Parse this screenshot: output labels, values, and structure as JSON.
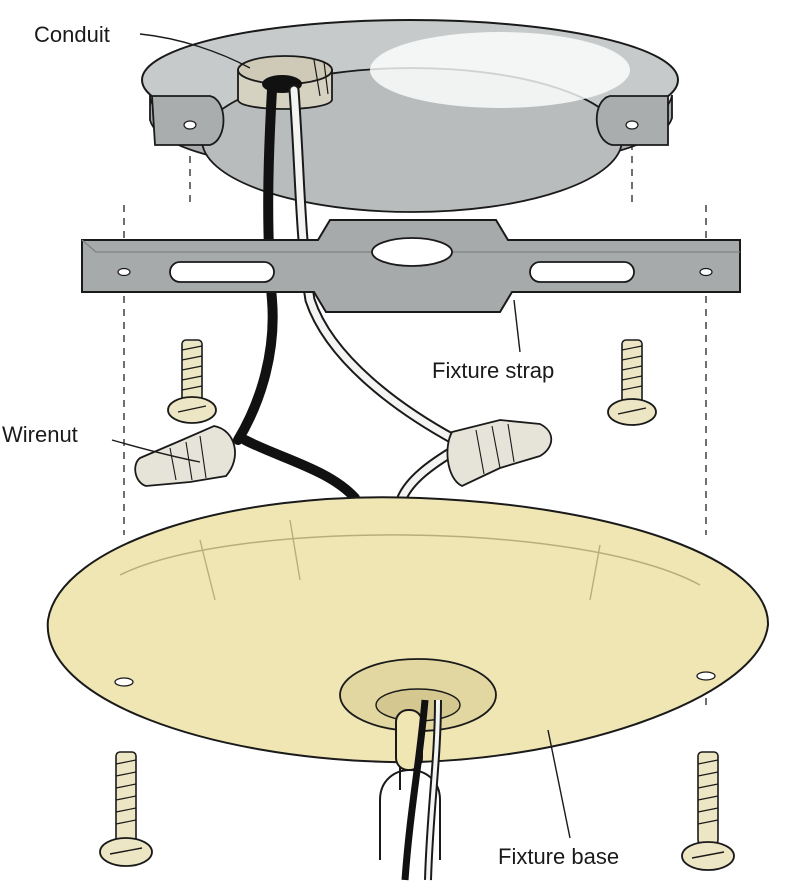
{
  "labels": {
    "conduit": "Conduit",
    "fixture_strap": "Fixture strap",
    "wirenut": "Wirenut",
    "fixture_base": "Fixture base"
  },
  "colors": {
    "electrical_box": "#b9bdbf",
    "strap": "#a7aaab",
    "fixture_base": "#efe6b4",
    "wirenut": "#e6e4d8",
    "screw": "#ede6c4",
    "outline": "#1a1a1a",
    "black_wire": "#111111",
    "white_wire": "#f4f4f2"
  }
}
